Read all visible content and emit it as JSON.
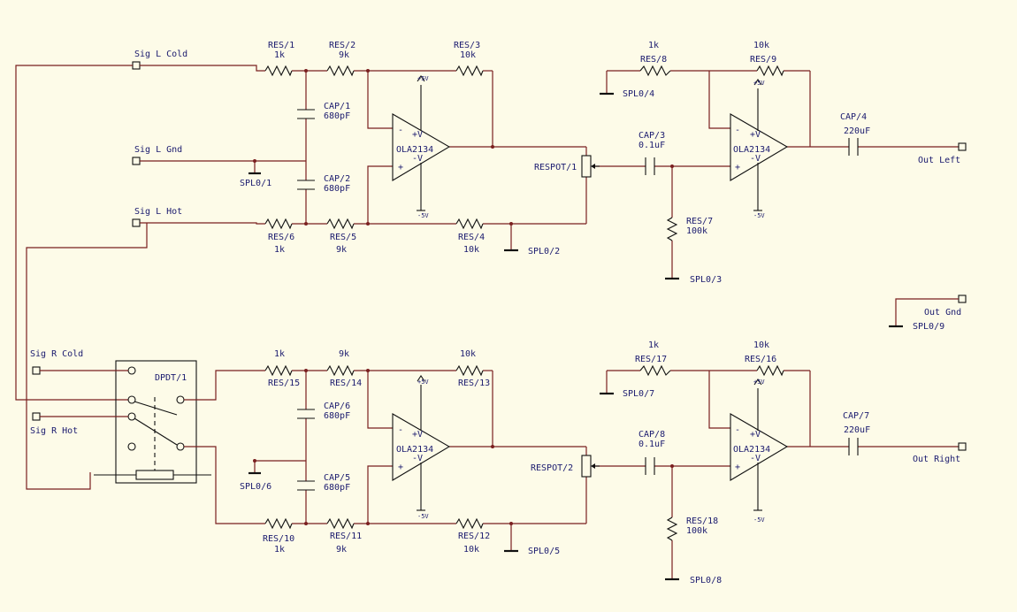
{
  "labels": {
    "res1_name": "RES/1",
    "res1_val": "1k",
    "res2_name": "RES/2",
    "res2_val": "9k",
    "res3_name": "RES/3",
    "res3_val": "10k",
    "res4_name": "RES/4",
    "res4_val": "10k",
    "res5_name": "RES/5",
    "res5_val": "9k",
    "res6_name": "RES/6",
    "res6_val": "1k",
    "res7_name": "RES/7",
    "res7_val": "100k",
    "res8_name": "RES/8",
    "res8_val": "1k",
    "res9_name": "RES/9",
    "res9_val": "10k",
    "res10_name": "RES/10",
    "res10_val": "1k",
    "res11_name": "RES/11",
    "res11_val": "9k",
    "res12_name": "RES/12",
    "res12_val": "10k",
    "res13_name": "RES/13",
    "res13_val": "10k",
    "res14_name": "RES/14",
    "res14_val": "9k",
    "res15_name": "RES/15",
    "res15_val": "1k",
    "res16_name": "RES/16",
    "res16_val": "10k",
    "res17_name": "RES/17",
    "res17_val": "1k",
    "res18_name": "RES/18",
    "res18_val": "100k",
    "cap1_name": "CAP/1",
    "cap1_val": "680pF",
    "cap2_name": "CAP/2",
    "cap2_val": "680pF",
    "cap3_name": "CAP/3",
    "cap3_val": "0.1uF",
    "cap4_name": "CAP/4",
    "cap4_val": "220uF",
    "cap5_name": "CAP/5",
    "cap5_val": "680pF",
    "cap6_name": "CAP/6",
    "cap6_val": "680pF",
    "cap7_name": "CAP/7",
    "cap7_val": "220uF",
    "cap8_name": "CAP/8",
    "cap8_val": "0.1uF",
    "spl1": "SPL0/1",
    "spl2": "SPL0/2",
    "spl3": "SPL0/3",
    "spl4": "SPL0/4",
    "spl5": "SPL0/5",
    "spl6": "SPL0/6",
    "spl7": "SPL0/7",
    "spl8": "SPL0/8",
    "spl9": "SPL0/9",
    "respot1": "RESPOT/1",
    "respot2": "RESPOT/2",
    "opamp": "OLA2134",
    "plus_v": "+V",
    "minus_v": "-V",
    "plus5": "+5V",
    "minus5": "-5V",
    "op_plus": "+",
    "op_minus": "-",
    "dpdt": "DPDT/1",
    "sig_l_cold": "Sig L Cold",
    "sig_l_gnd": "Sig L Gnd",
    "sig_l_hot": "Sig L Hot",
    "sig_r_cold": "Sig R Cold",
    "sig_r_hot": "Sig R Hot",
    "out_left": "Out Left",
    "out_right": "Out Right",
    "out_gnd": "Out Gnd"
  },
  "colors": {
    "background": "#fdfbe8",
    "wire": "#7a1f1f",
    "component": "#111111",
    "text": "#1a1a6e"
  }
}
